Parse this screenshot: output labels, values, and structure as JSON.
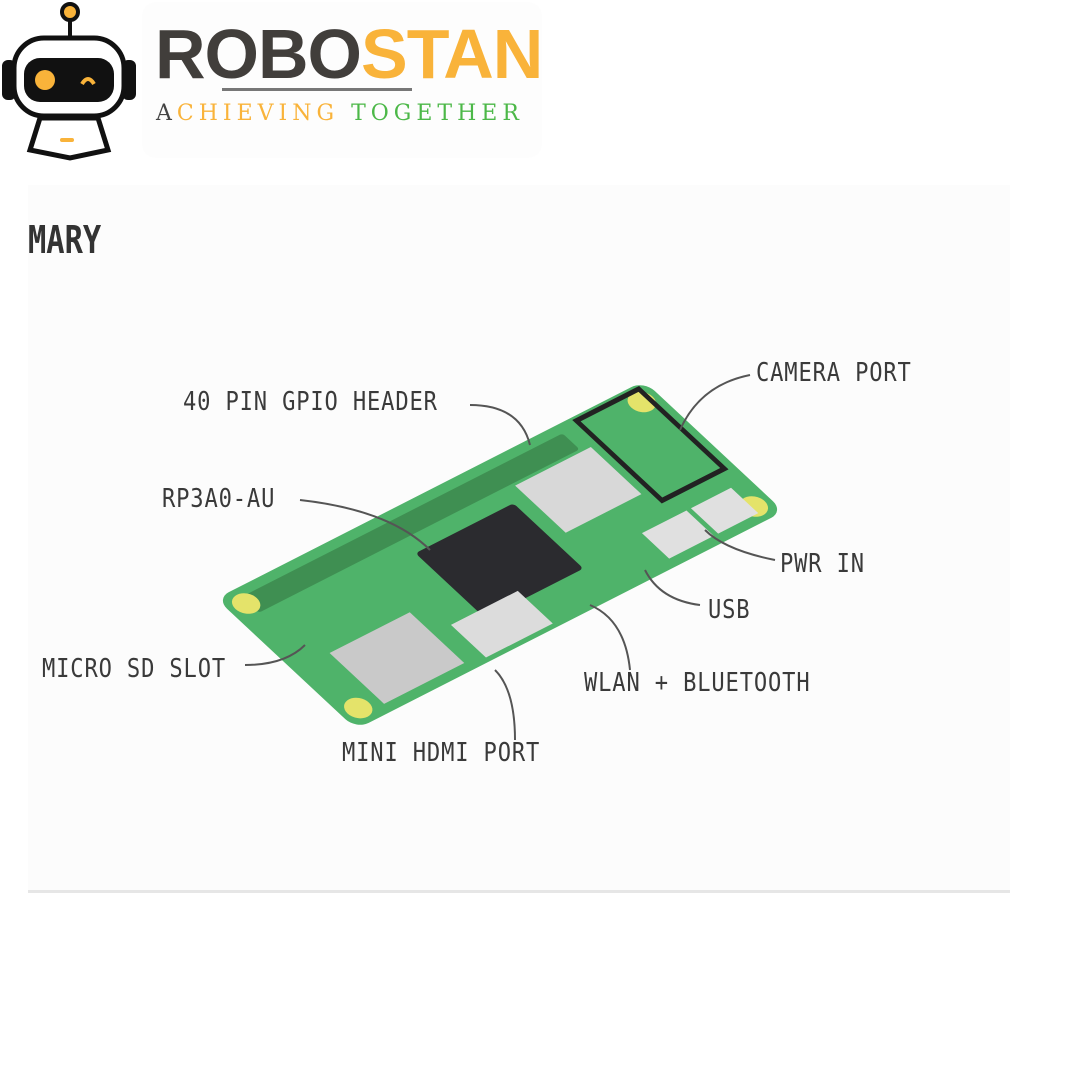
{
  "logo": {
    "brand_dark": "ROBO",
    "brand_light": "STAN",
    "tagline_first": "A",
    "tagline_mid": "CHIEVING",
    "tagline_end": "TOGETHER",
    "colors": {
      "dark": "#413e3b",
      "orange": "#f9b33a",
      "green": "#4cb848"
    }
  },
  "diagram": {
    "heading": "MARY",
    "labels": {
      "gpio": "40 PIN GPIO HEADER",
      "camera": "CAMERA PORT",
      "soc": "RP3A0-AU",
      "pwr": "PWR IN",
      "usb": "USB",
      "sd": "MICRO SD SLOT",
      "wlan": "WLAN + BLUETOOTH",
      "hdmi": "MINI HDMI PORT"
    },
    "colors": {
      "board": "#4fb36a",
      "pointer": "#c0485a"
    }
  }
}
